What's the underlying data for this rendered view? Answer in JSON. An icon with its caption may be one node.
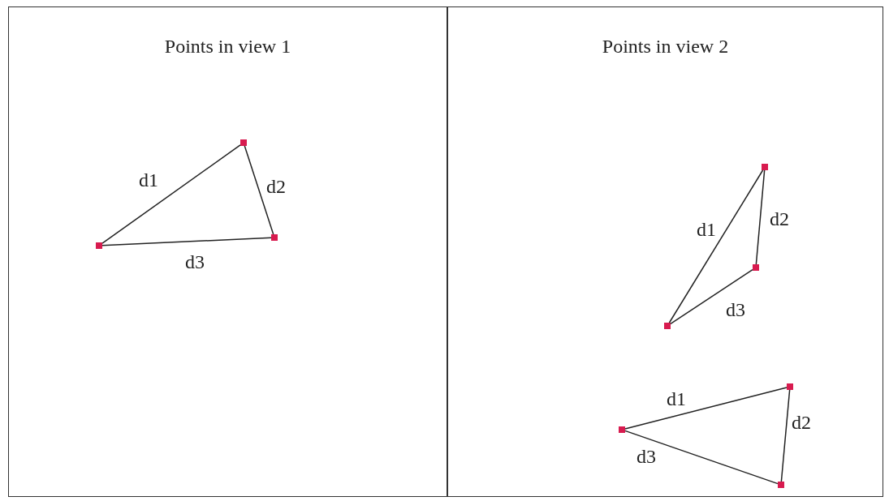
{
  "diagram": {
    "nodes": [
      {
        "text": [
          "Points in view 1"
        ]
      },
      {
        "text": [
          "Points in view 2"
        ]
      },
      {
        "text": [],
        "shape": "box",
        "in": 0
      },
      {
        "text": [],
        "shape": "box",
        "in": 0
      },
      {
        "text": [],
        "shape": "box",
        "in": 0
      },
      {
        "text": [],
        "shape": "box",
        "in": 1
      },
      {
        "text": [],
        "shape": "box",
        "in": 1
      },
      {
        "text": [],
        "shape": "box",
        "in": 1
      },
      {
        "text": [],
        "shape": "box",
        "in": 1
      },
      {
        "text": [],
        "shape": "box",
        "in": 1
      },
      {
        "text": [],
        "shape": "box",
        "in": 1
      }
    ],
    "edges": [
      {
        "from": 2,
        "to": 3,
        "arrow": "none",
        "label": "d1"
      },
      {
        "from": 3,
        "to": 4,
        "arrow": "none",
        "label": "d2"
      },
      {
        "from": 2,
        "to": 4,
        "arrow": "none",
        "label": "d3"
      },
      {
        "from": 5,
        "to": 7,
        "arrow": "none",
        "label": "d1"
      },
      {
        "from": 7,
        "to": 6,
        "arrow": "none",
        "label": "d2"
      },
      {
        "from": 5,
        "to": 6,
        "arrow": "none",
        "label": "d3"
      },
      {
        "from": 8,
        "to": 10,
        "arrow": "none",
        "label": "d1"
      },
      {
        "from": 10,
        "to": 9,
        "arrow": "none",
        "label": "d2"
      },
      {
        "from": 8,
        "to": 9,
        "arrow": "none",
        "label": "d3"
      }
    ]
  }
}
